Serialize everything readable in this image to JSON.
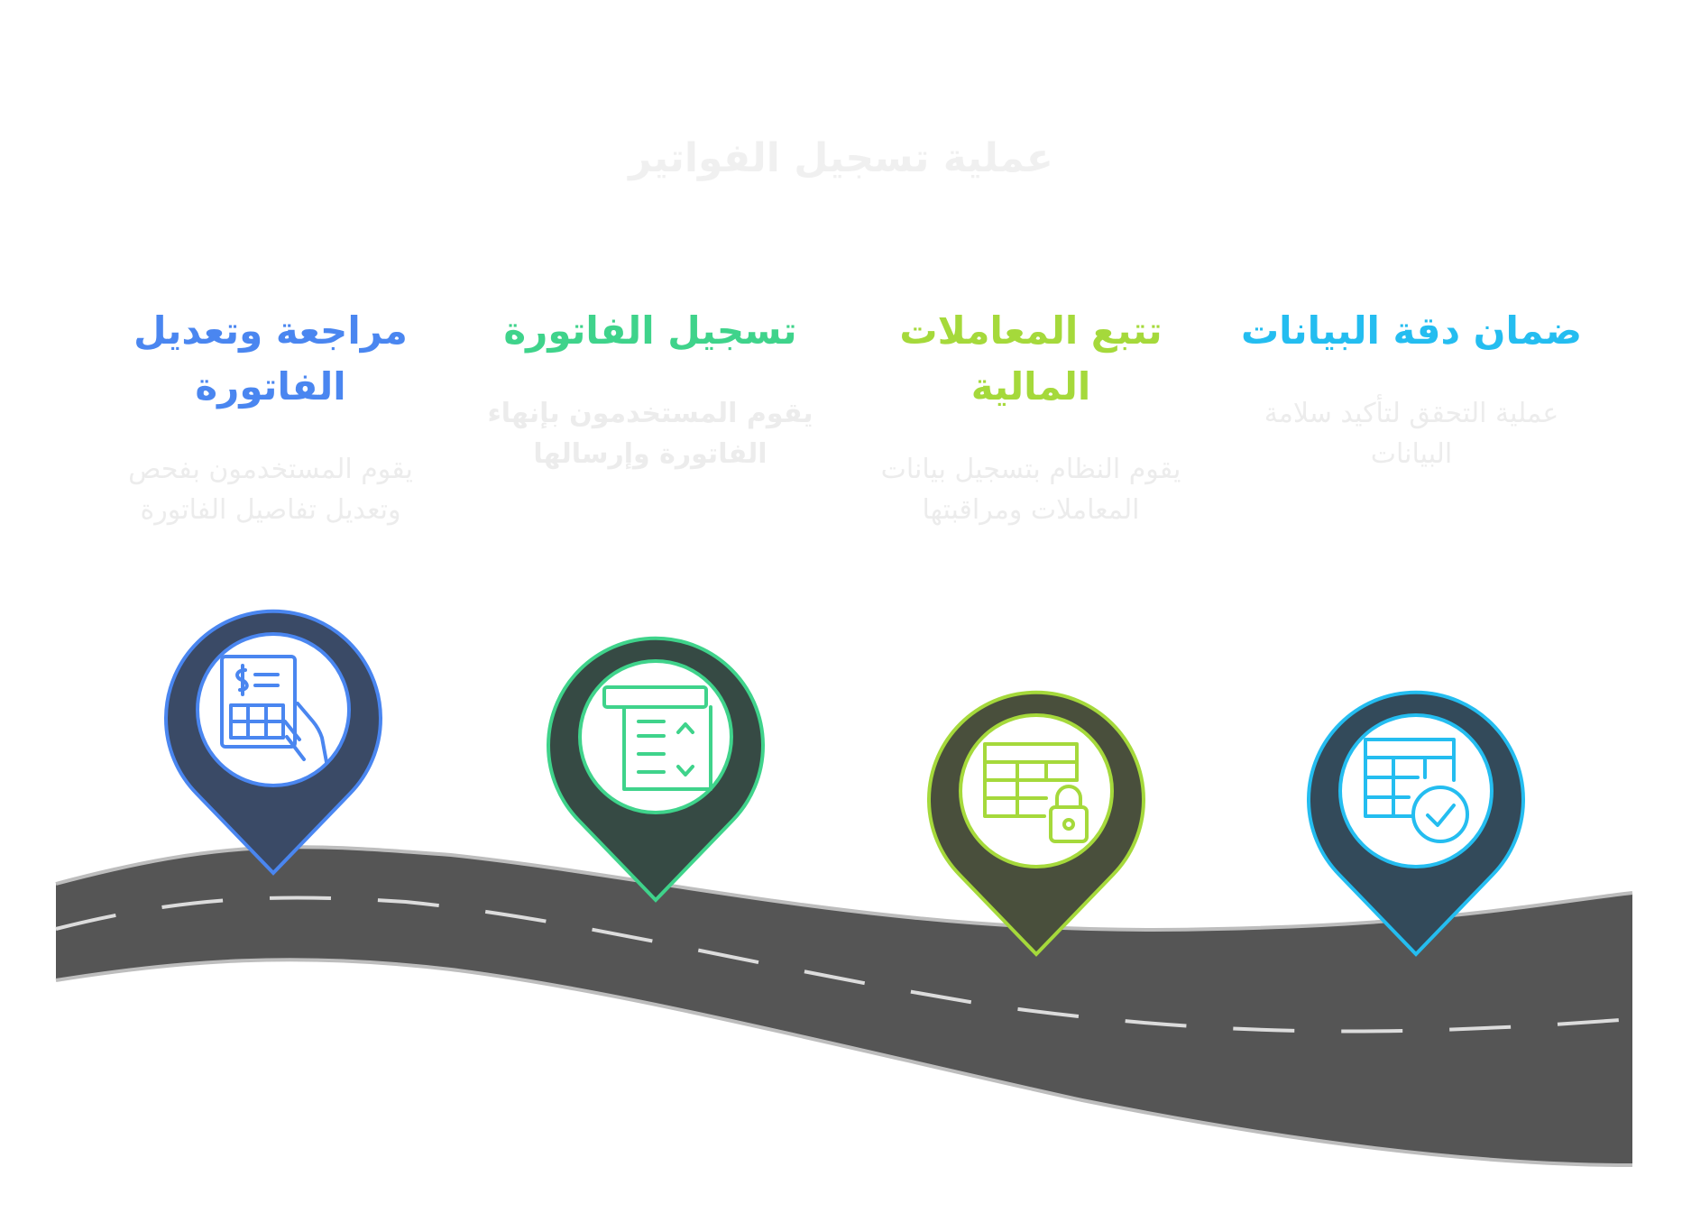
{
  "title": "عملية تسجيل الفواتير",
  "steps": [
    {
      "title": "مراجعة وتعديل الفاتورة",
      "description": "يقوم المستخدمون بفحص وتعديل تفاصيل الفاتورة",
      "color": "#4a86f0",
      "icon": "invoice-review-icon"
    },
    {
      "title": "تسجيل الفاتورة",
      "description": "يقوم المستخدمون بإنهاء الفاتورة وإرسالها",
      "color": "#3fd38b",
      "icon": "invoice-register-icon"
    },
    {
      "title": "تتبع المعاملات المالية",
      "description": "يقوم النظام بتسجيل بيانات المعاملات ومراقبتها",
      "color": "#a5d93b",
      "icon": "locked-table-icon"
    },
    {
      "title": "ضمان دقة البيانات",
      "description": "عملية التحقق لتأكيد سلامة البيانات",
      "color": "#24bdf0",
      "icon": "verified-table-icon"
    }
  ],
  "colors": {
    "road": "#555555",
    "road_edge": "#bdbdbd",
    "lane_marks": "#dcdcdc",
    "pin_body": "#3c3c3c"
  }
}
